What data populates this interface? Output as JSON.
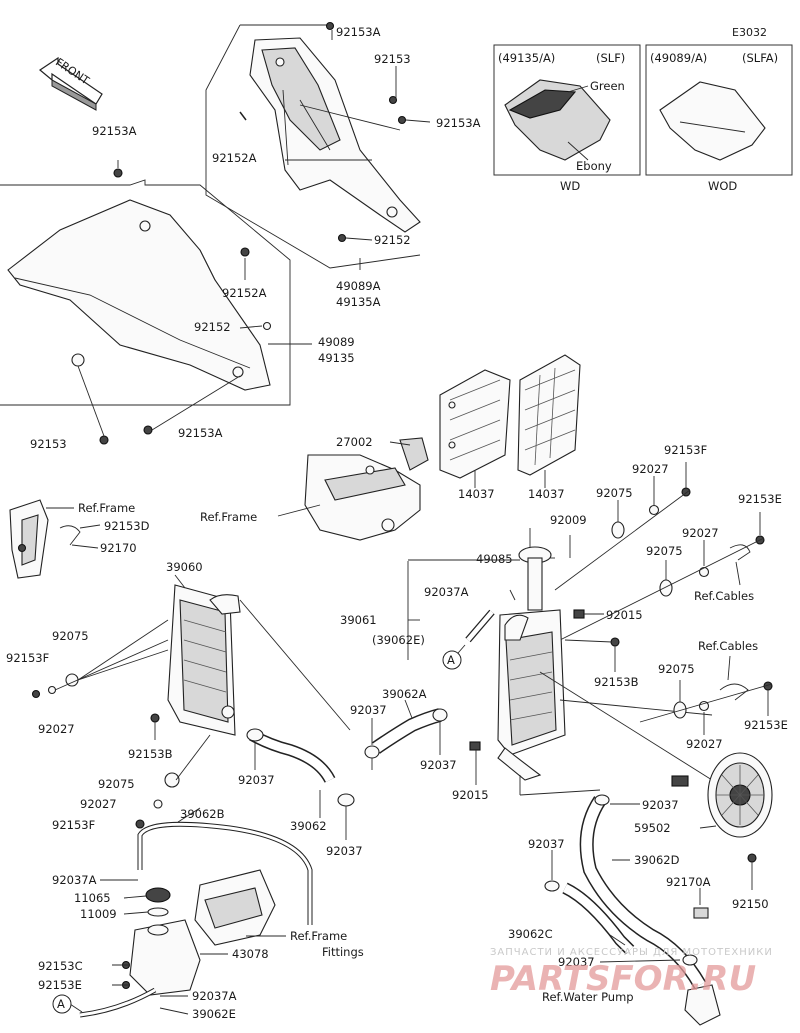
{
  "diagram_code": "E3032",
  "front_label": "FRONT",
  "callouts": {
    "top_92153A": "92153A",
    "top_92153": "92153",
    "top_92153A_b": "92153A",
    "top_92152A": "92152A",
    "top_92152": "92152",
    "top_49089A": "49089A",
    "top_49135A": "49135A",
    "left_92153A": "92153A",
    "left_92152A": "92152A",
    "left_92152": "92152",
    "left_49089": "49089",
    "left_49135": "49135",
    "left_92153": "92153",
    "left_92153A_b": "92153A",
    "variant1_code": "(49135/A)",
    "variant1_type": "(SLF)",
    "variant1_green": "Green",
    "variant1_ebony": "Ebony",
    "variant1_tag": "WD",
    "variant2_code": "(49089/A)",
    "variant2_type": "(SLFA)",
    "variant2_tag": "WOD",
    "p27002": "27002",
    "ref_frame_mid": "Ref.Frame",
    "p14037_a": "14037",
    "p14037_b": "14037",
    "ref_frame_left": "Ref.Frame",
    "p92153D": "92153D",
    "p92170": "92170",
    "p39060": "39060",
    "p92075_l": "92075",
    "p92153F_l": "92153F",
    "p92027_l": "92027",
    "p92153B_l": "92153B",
    "p92075_l2": "92075",
    "p92037_l": "92037",
    "p92027_l2": "92027",
    "p39062": "39062",
    "p92153F_l2": "92153F",
    "p92037_l2": "92037",
    "p39062B": "39062B",
    "p92037A_l": "92037A",
    "p11065": "11065",
    "p11009": "11009",
    "ref_frame_fittings_1": "Ref.Frame",
    "ref_frame_fittings_2": "Fittings",
    "p43078": "43078",
    "p92153C": "92153C",
    "p92153E_l": "92153E",
    "p92037A_l2": "92037A",
    "p39062E": "39062E",
    "circle_a": "A",
    "p92153F_r": "92153F",
    "p92027_r": "92027",
    "p92075_r": "92075",
    "p92153E_r": "92153E",
    "p92009": "92009",
    "p92027_r2": "92027",
    "p49085": "49085",
    "p92075_r2": "92075",
    "p92037A_r": "92037A",
    "ref_cables_1": "Ref.Cables",
    "p39061": "39061",
    "p92015_a": "92015",
    "p39062E_r": "(39062E)",
    "p92153B_r": "92153B",
    "ref_cables_2": "Ref.Cables",
    "p39062A": "39062A",
    "p92075_r3": "92075",
    "p92153E_r2": "92153E",
    "p92037_r": "92037",
    "p92037_r2": "92037",
    "p92027_r3": "92027",
    "p92015_b": "92015",
    "p92037_r3": "92037",
    "p59502": "59502",
    "p92037_r4": "92037",
    "p39062D": "39062D",
    "p92170A": "92170A",
    "p92150": "92150",
    "p39062C": "39062C",
    "p92037_r5": "92037",
    "ref_water_pump": "Ref.Water Pump"
  },
  "watermark": {
    "line1": "ЗАПЧАСТИ И АКСЕССУАРЫ ДЛЯ МОТОТЕХНИКИ",
    "line2": "PARTSFOR.RU"
  }
}
